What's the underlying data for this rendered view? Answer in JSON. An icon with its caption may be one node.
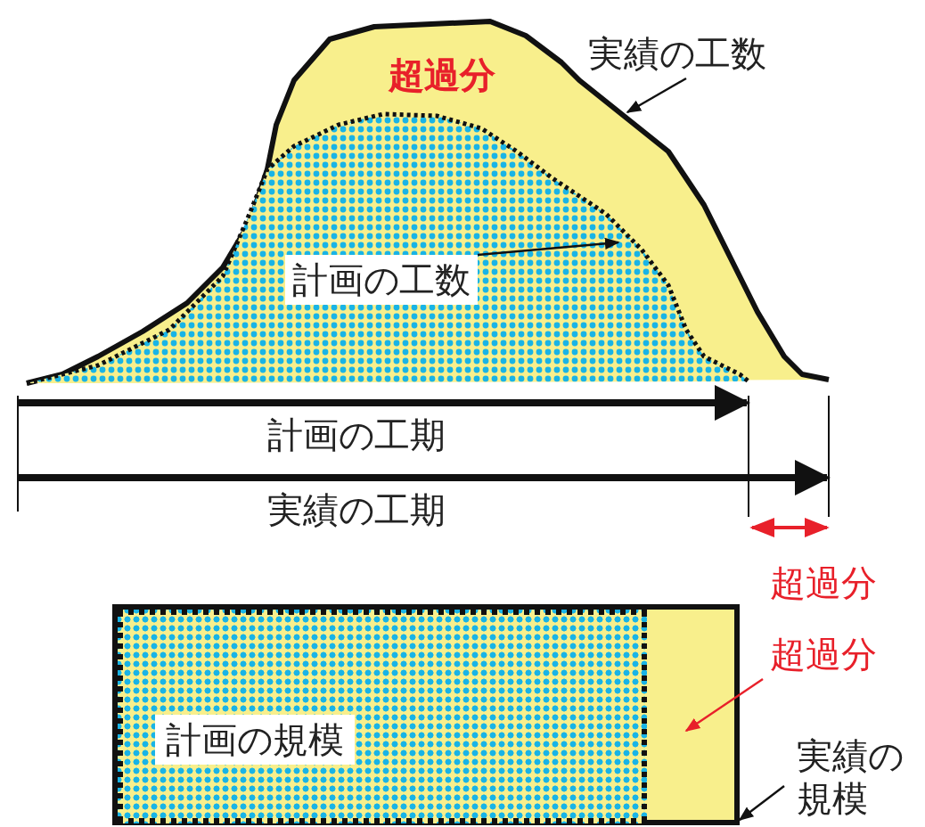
{
  "diagram": {
    "nodes": [
      {
        "text": [
          "超過分"
        ]
      },
      {
        "text": [],
        "shape": "area",
        "in": 0
      },
      {
        "text": [
          "実績の工数"
        ]
      },
      {
        "text": [
          "計画の工数"
        ],
        "in": 1
      },
      {
        "text": [],
        "shape": "box"
      },
      {
        "text": [
          "計画の規模"
        ],
        "in": 4
      },
      {
        "text": [
          "超過分"
        ]
      },
      {
        "text": [
          "実績の規模"
        ]
      }
    ],
    "edges": [
      {
        "from": 2,
        "to": 0,
        "arrow": "to"
      },
      {
        "from": 3,
        "to": 1,
        "arrow": "to"
      },
      {
        "from": 6,
        "to": 4,
        "arrow": "to",
        "color": "#e8202a"
      },
      {
        "from": 7,
        "to": 4,
        "arrow": "to"
      }
    ],
    "labels": [
      "計画の工期",
      "実績の工期",
      "超過分"
    ]
  }
}
